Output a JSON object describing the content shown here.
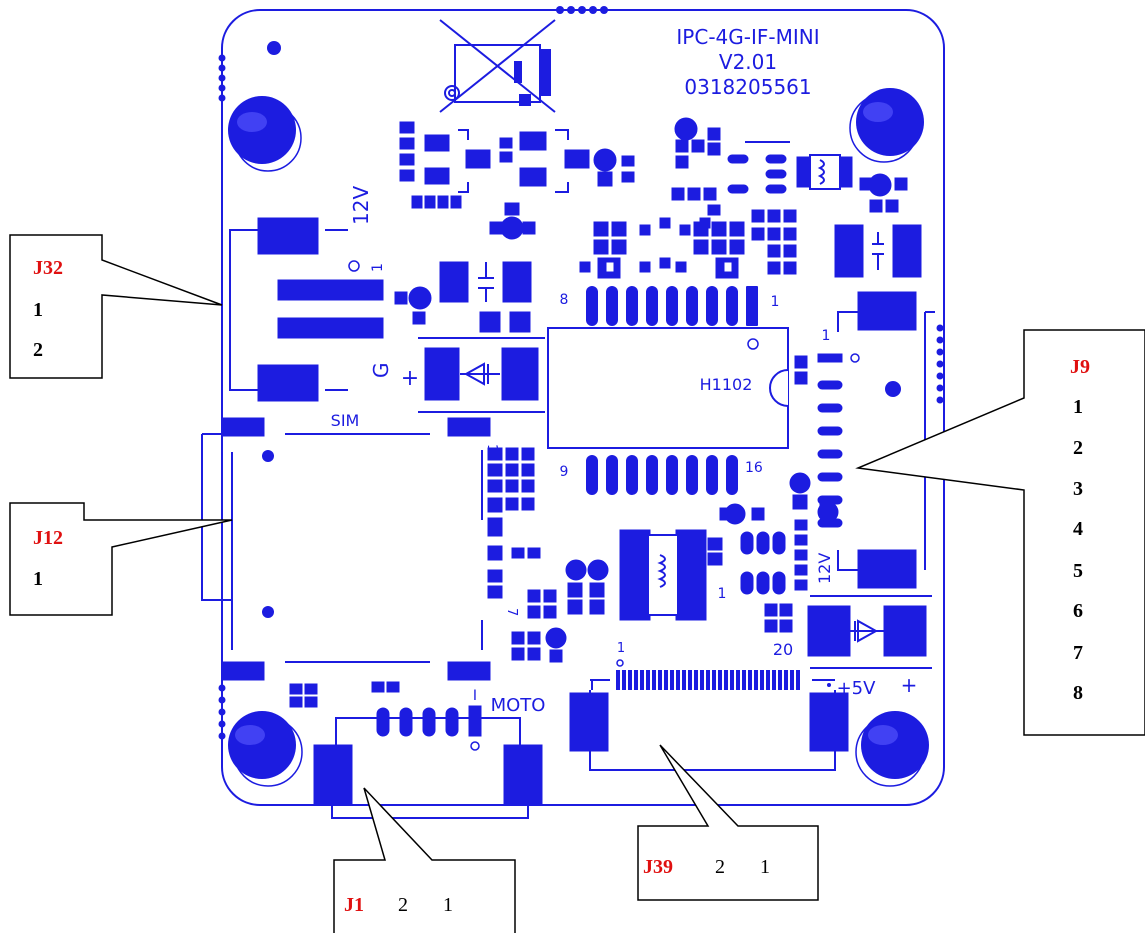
{
  "board": {
    "model": "IPC-4G-IF-MINI",
    "version": "V2.01",
    "serial": "0318205561",
    "ic_label": "H1102",
    "silk": {
      "v12_top": "12V",
      "one_top": "1",
      "g": "G",
      "plus_left": "+",
      "sim": "SIM",
      "ic_pin8": "8",
      "ic_pin1": "1",
      "ic_pin9": "9",
      "ic_pin16": "16",
      "j9_pin1": "1",
      "v12_right": "12V",
      "pin20": "20",
      "pin1_fpc": "1",
      "pin1_mid": "1",
      "v5": "+5V",
      "plus_right": "+",
      "moto": "MOTO",
      "moto_1": "I",
      "side_1": "1",
      "side_7": "7"
    },
    "colors": {
      "copper": "#1c1ce0",
      "callout_name": "#e01010",
      "callout_text": "#000000"
    }
  },
  "callouts": {
    "j32": {
      "name": "J32",
      "pins": [
        "1",
        "2"
      ]
    },
    "j12": {
      "name": "J12",
      "pins": [
        "1"
      ]
    },
    "j9": {
      "name": "J9",
      "pins": [
        "1",
        "2",
        "3",
        "4",
        "5",
        "6",
        "7",
        "8"
      ]
    },
    "j39": {
      "name": "J39",
      "pins": [
        "2",
        "1"
      ]
    },
    "j1": {
      "name": "J1",
      "pins": [
        "2",
        "1"
      ]
    }
  }
}
